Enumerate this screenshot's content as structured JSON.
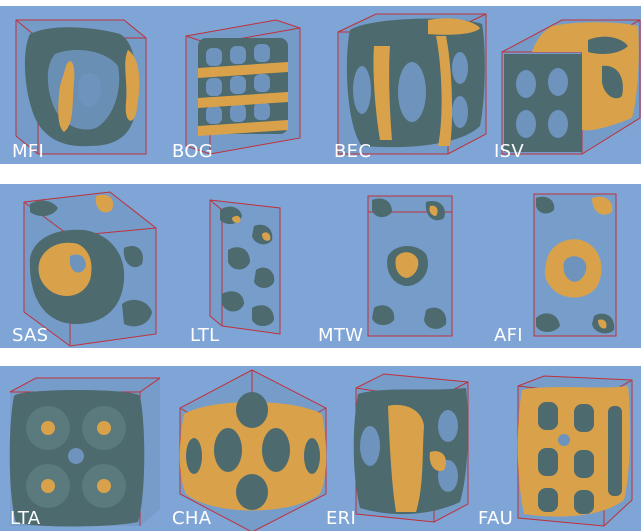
{
  "rows": [
    {
      "labels": [
        "MFI",
        "BOG",
        "BEC",
        "ISV"
      ]
    },
    {
      "labels": [
        "SAS",
        "LTL",
        "MTW",
        "AFI"
      ]
    },
    {
      "labels": [
        "LTA",
        "CHA",
        "ERI",
        "FAU"
      ]
    }
  ],
  "colors": {
    "panel_background": "#7fa5d6",
    "page_background": "#ffffff",
    "cell_edge": "#c0303a",
    "surface_outer": "#d9a24a",
    "surface_inner": "#4d6a6e",
    "label_text": "#ffffff"
  }
}
